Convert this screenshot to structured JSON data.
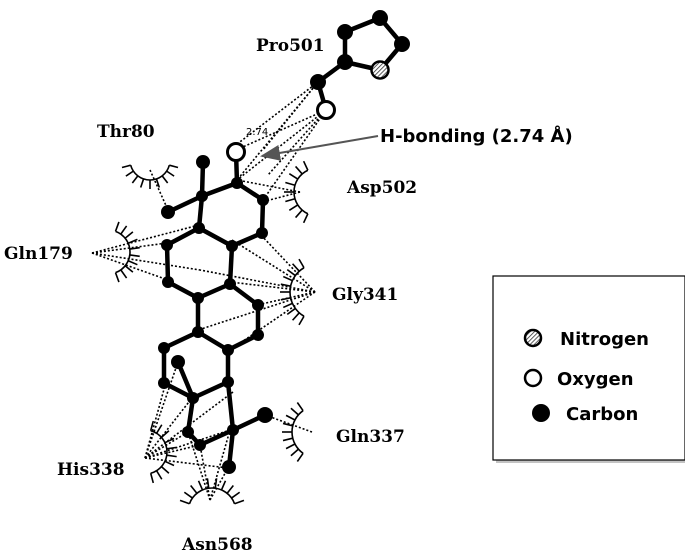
{
  "residues": {
    "pro501": "Pro501",
    "thr80": "Thr80",
    "asp502": "Asp502",
    "gln179": "Gln179",
    "gly341": "Gly341",
    "gln337": "Gln337",
    "his338": "His338",
    "asn568": "Asn568"
  },
  "hbond": {
    "distance": "2.74",
    "label": "H-bonding (2.74 Å)"
  },
  "legend": {
    "nitrogen": "Nitrogen",
    "oxygen": "Oxygen",
    "carbon": "Carbon"
  },
  "colors": {
    "atom_carbon": "#000000",
    "atom_oxygen": "#ffffff",
    "atom_nitrogen": "#888888",
    "bond": "#000000",
    "arrow": "#555555"
  }
}
